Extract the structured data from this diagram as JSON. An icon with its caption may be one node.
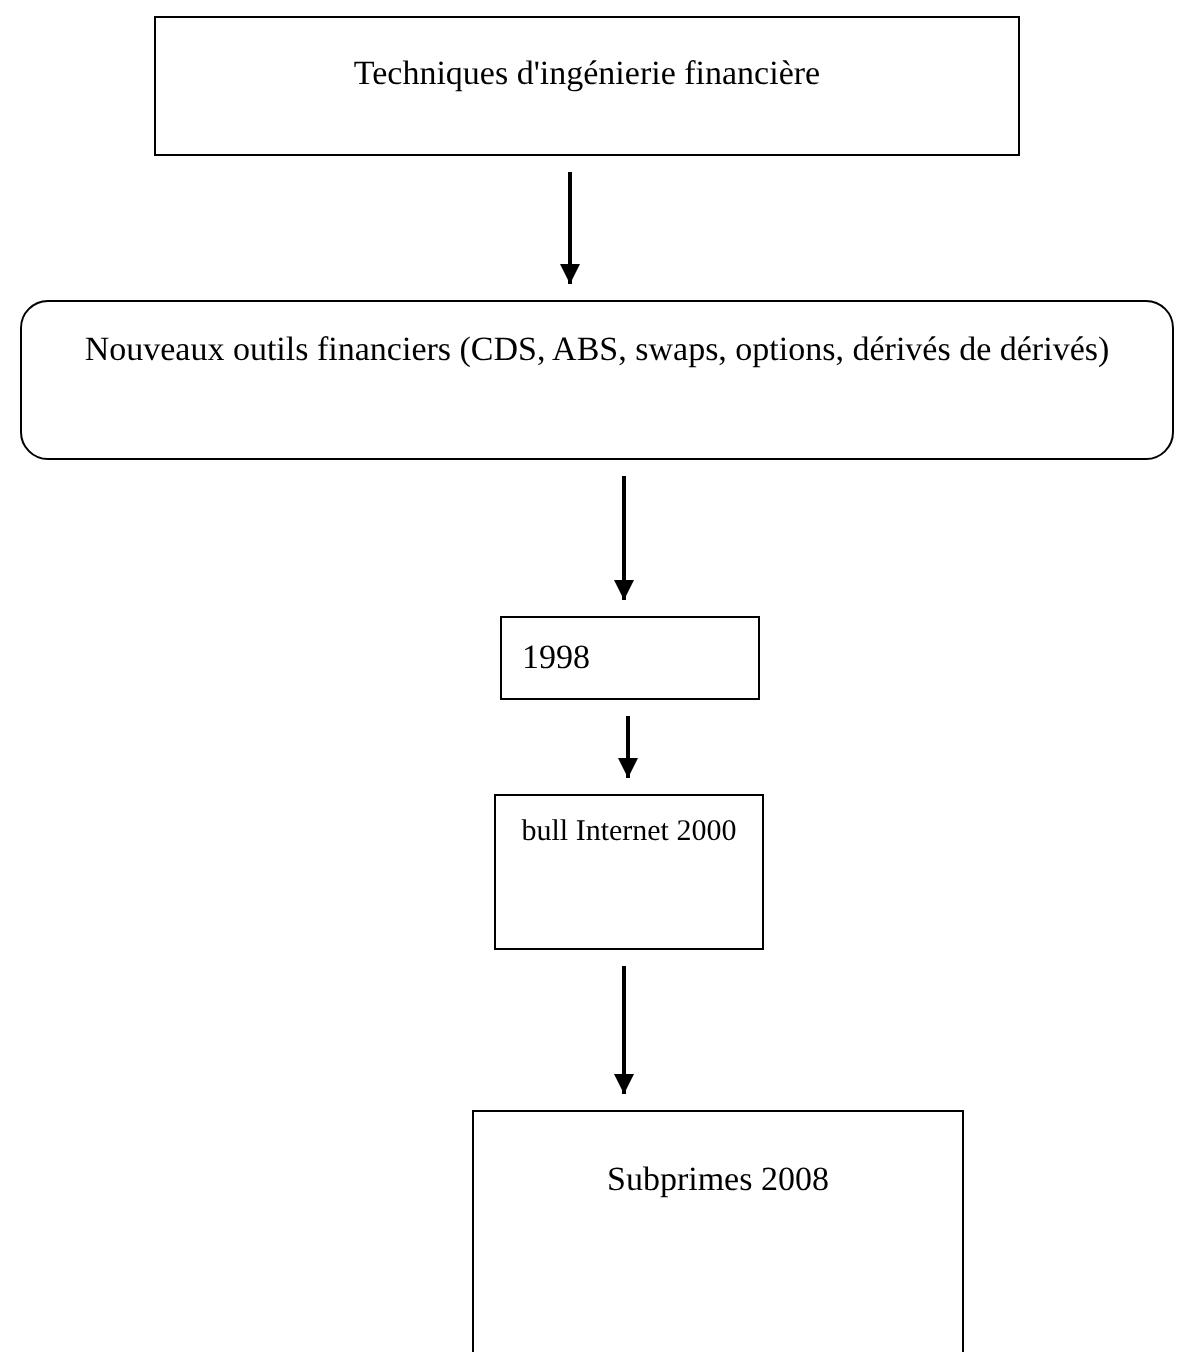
{
  "diagram": {
    "nodes": [
      {
        "text": [
          "Techniques d'ingénierie financière"
        ]
      },
      {
        "text": [
          "Nouveaux outils financiers (CDS, ABS, swaps, options, dérivés de dérivés)"
        ]
      },
      {
        "text": [
          "1998"
        ]
      },
      {
        "text": [
          "bull Internet 2000"
        ]
      },
      {
        "text": [
          "Subprimes 2008"
        ]
      }
    ],
    "edges": [
      {
        "from": 0,
        "to": 1,
        "arrow": "to"
      },
      {
        "from": 1,
        "to": 2,
        "arrow": "to"
      },
      {
        "from": 2,
        "to": 3,
        "arrow": "to"
      },
      {
        "from": 3,
        "to": 4,
        "arrow": "to"
      }
    ]
  }
}
